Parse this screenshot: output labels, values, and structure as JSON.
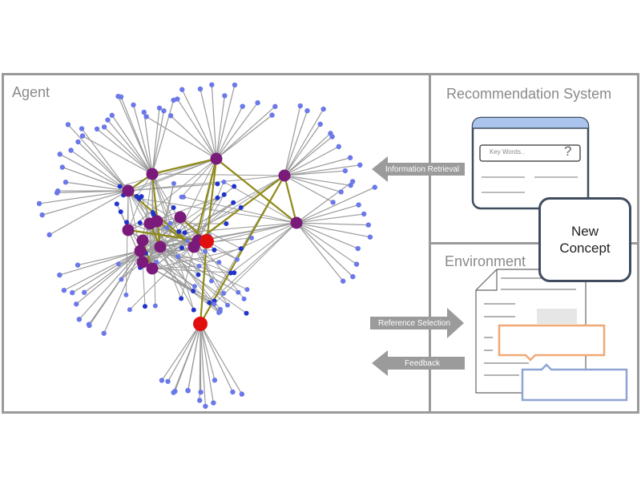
{
  "agent": {
    "title": "Agent"
  },
  "recommendation": {
    "title": "Recommendation System",
    "search_placeholder": "Key Words..",
    "search_icon": "question-mark-icon"
  },
  "environment": {
    "title": "Environment"
  },
  "arrows": {
    "information_retrieval": "Information Retrieval",
    "reference_selection": "Reference Selection",
    "feedback": "Feedback"
  },
  "new_concept": "New\nConcept",
  "colors": {
    "panel_border": "#9a9a9a",
    "leaf_node": "#6b78e8",
    "inner_node": "#2233cc",
    "hub_node": "#7a1a7a",
    "highlight_node": "#e01010",
    "hub_link": "#8f8a18",
    "edge": "#9a9a9a",
    "arrow": "#9b9b9b",
    "browser_bar": "#aac4ee",
    "highlight_box": "#f0a876",
    "reference_box": "#8fa4d4"
  }
}
